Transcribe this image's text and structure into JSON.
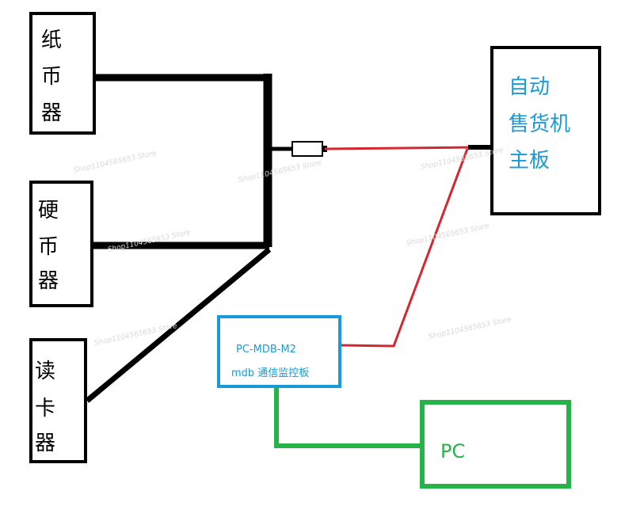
{
  "labels": {
    "bill_acceptor": [
      "纸",
      "币",
      "器"
    ],
    "coin_acceptor": [
      "硬",
      "币",
      "器"
    ],
    "card_reader": [
      "读",
      "卡",
      "器"
    ],
    "vending_mainboard": [
      "自动",
      "售货机",
      "主板"
    ],
    "mdb_board_line1": "PC-MDB-M2",
    "mdb_board_line2": "mdb 通信监控板",
    "pc": "PC"
  },
  "colors": {
    "bus_line": "#000000",
    "signal_line": "#d4272f",
    "mdb_box": "#1a9ad6",
    "pc_line": "#27b34a"
  },
  "watermark": "Shop1104565653 Store"
}
